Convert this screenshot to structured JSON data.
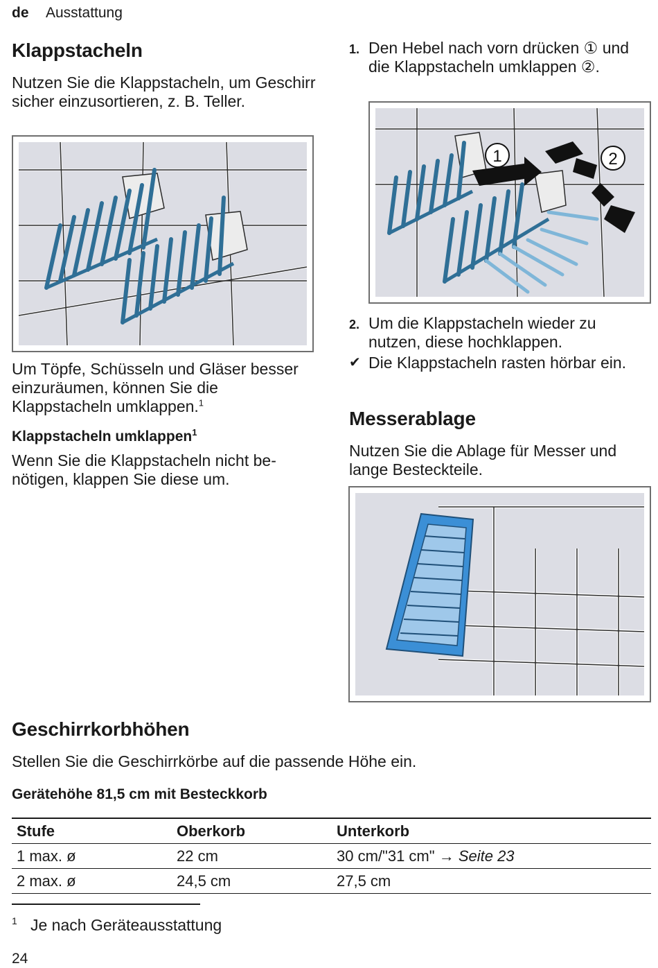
{
  "header": {
    "lang": "de",
    "section": "Ausstattung"
  },
  "klappstacheln": {
    "title": "Klappstacheln",
    "intro": "Nutzen Sie die Klappstacheln, um Geschirr sicher einzusortieren, z. B. Teller.",
    "text_after_figure": "Um Töpfe, Schüsseln und Gläser besser einzuräumen, können Sie die Klappstacheln umklappen.",
    "footnote_ref": "1",
    "sub_title": "Klappstacheln umklappen",
    "sub_text": "Wenn Sie die Klappstacheln nicht be­nötigen, klappen Sie diese um."
  },
  "steps": [
    {
      "num": "1.",
      "text": "Den Hebel nach vorn drücken ① und die Klappstacheln umklappen ②."
    },
    {
      "num": "2.",
      "text": "Um die Klappstacheln wieder zu nutzen, diese hochklappen."
    }
  ],
  "result": {
    "icon": "✔",
    "text": "Die Klappstacheln rasten hörbar ein."
  },
  "figure_labels": {
    "one": "1",
    "two": "2"
  },
  "messerablage": {
    "title": "Messerablage",
    "text": "Nutzen Sie die Ablage für Messer und lange Besteckteile."
  },
  "geschirrkorb": {
    "title": "Geschirrkorbhöhen",
    "text": "Stellen Sie die Geschirrkörbe auf die passende Höhe ein.",
    "table_title": "Gerätehöhe 81,5 cm mit Besteckkorb",
    "columns": [
      "Stufe",
      "Oberkorb",
      "Unterkorb"
    ],
    "rows": [
      {
        "stufe": "1 max. ø",
        "oberkorb": "22 cm",
        "unterkorb": "30 cm/\"31 cm\"",
        "arrow": "→",
        "link": "Seite 23"
      },
      {
        "stufe": "2 max. ø",
        "oberkorb": "24,5 cm",
        "unterkorb": "27,5 cm",
        "arrow": "",
        "link": ""
      }
    ]
  },
  "footnote": {
    "mark": "1",
    "text": "Je nach Geräteausstattung"
  },
  "page_number": "24",
  "colors": {
    "rack_blue": "#2f6f96",
    "basket_blue": "#3b8fd6",
    "figure_bg": "#dcdde4"
  }
}
